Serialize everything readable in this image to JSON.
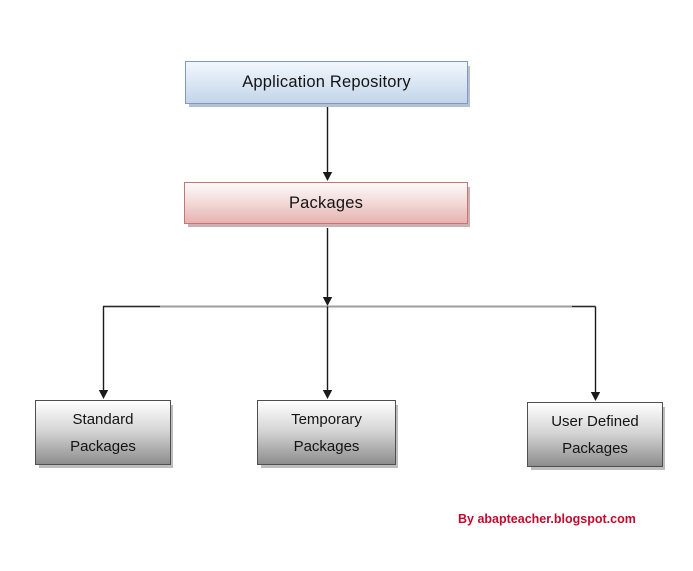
{
  "diagram": {
    "nodes": {
      "app_repository": {
        "label": "Application Repository"
      },
      "packages": {
        "label": "Packages"
      },
      "standard": {
        "line1": "Standard",
        "line2": "Packages"
      },
      "temporary": {
        "line1": "Temporary",
        "line2": "Packages"
      },
      "user_defined": {
        "line1": "User Defined",
        "line2": "Packages"
      }
    },
    "edges": [
      {
        "from": "app_repository",
        "to": "packages"
      },
      {
        "from": "packages",
        "to": "standard"
      },
      {
        "from": "packages",
        "to": "temporary"
      },
      {
        "from": "packages",
        "to": "user_defined"
      }
    ],
    "colors": {
      "app_repository_border": "#7e99c4",
      "app_repository_fill_bottom": "#c2d5ea",
      "packages_border": "#c57573",
      "packages_fill_bottom": "#e6b3b1",
      "leaf_border": "#4f4f4f",
      "leaf_fill_bottom": "#8d8d8d",
      "connector_dark": "#1a1a1a",
      "connector_gray": "#9e9e9e",
      "credit_text": "#c4092c"
    }
  },
  "footer": {
    "credit": "By abapteacher.blogspot.com"
  }
}
